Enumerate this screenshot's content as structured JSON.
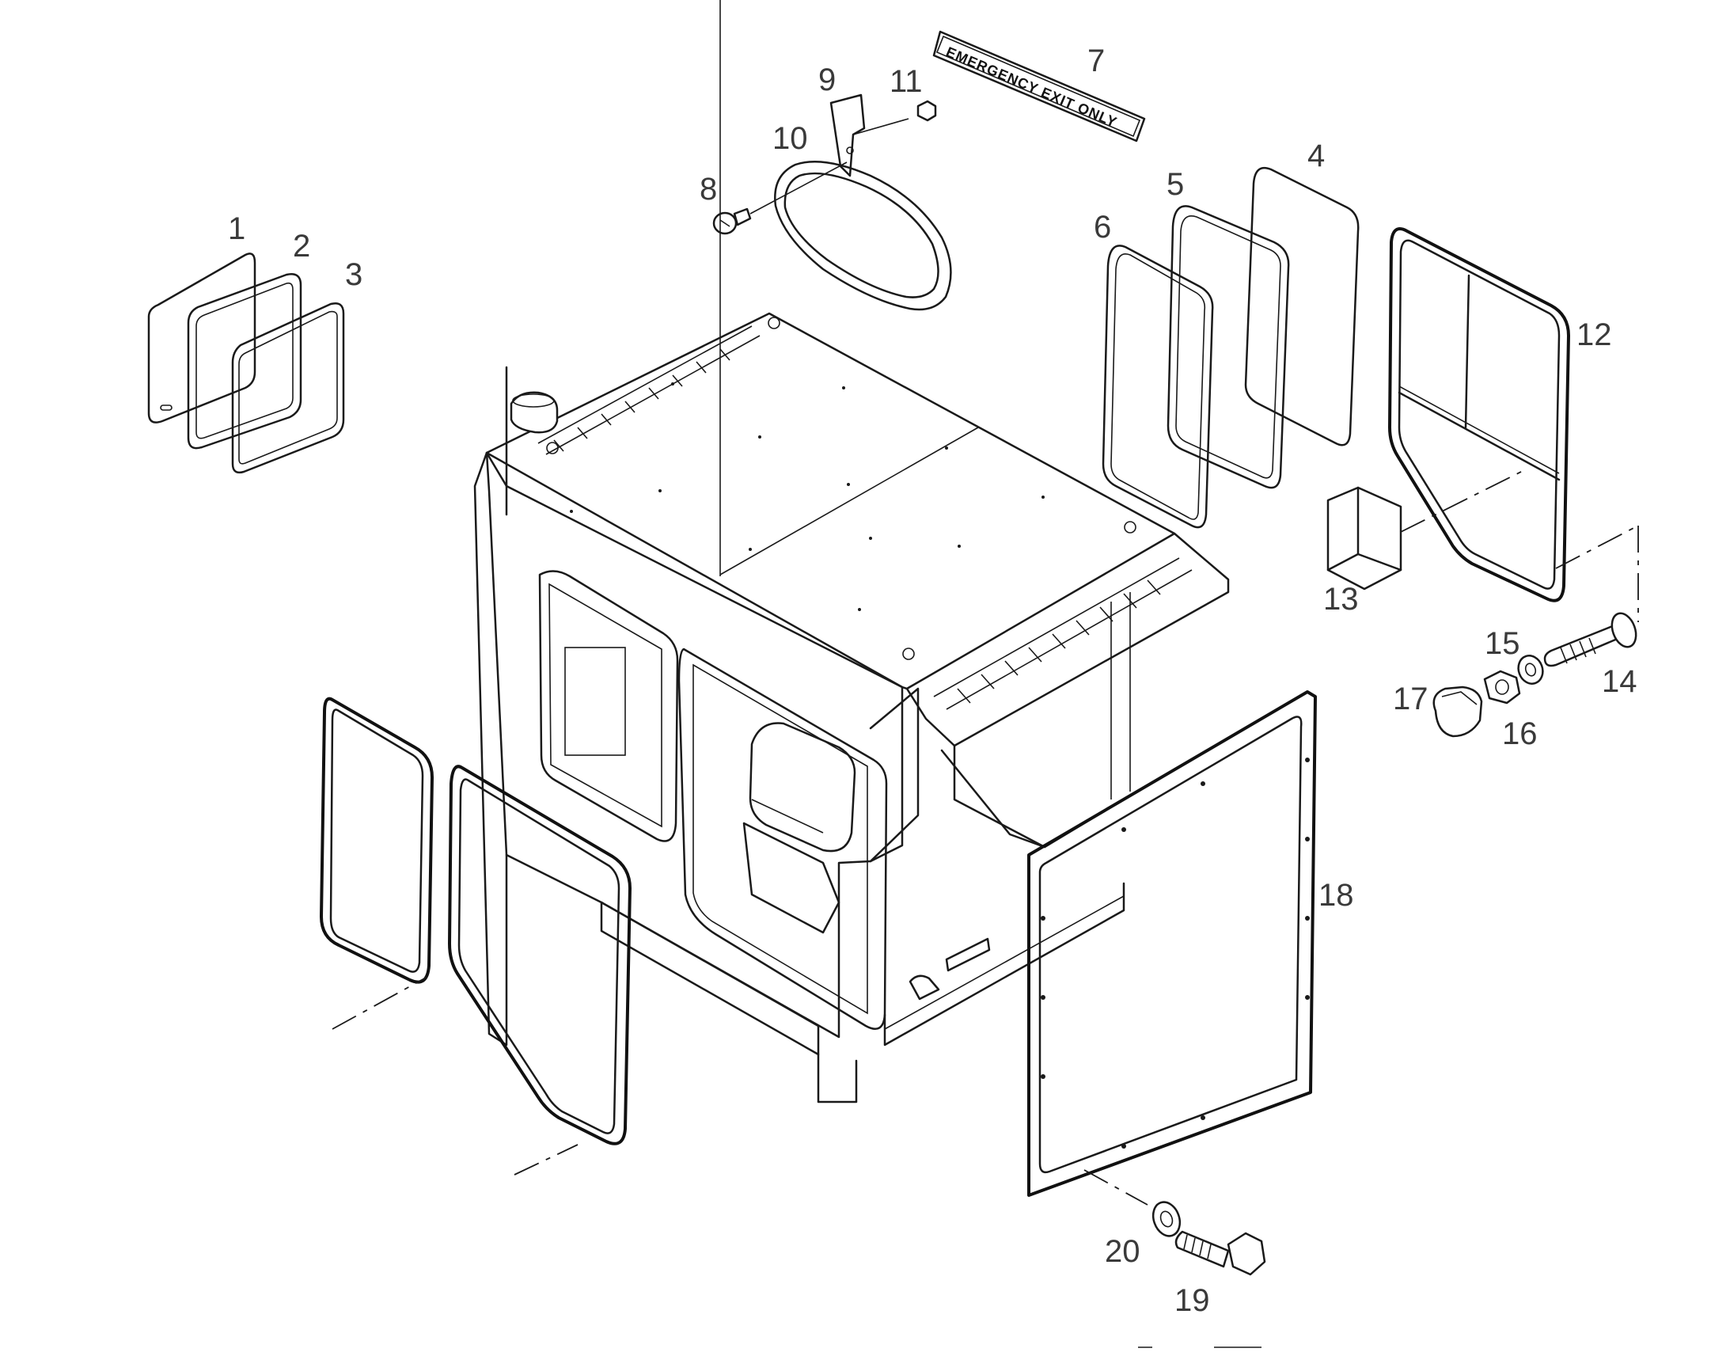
{
  "decal": {
    "text": "EMERGENCY EXIT ONLY"
  },
  "callouts": [
    "1",
    "2",
    "3",
    "4",
    "5",
    "6",
    "7",
    "8",
    "9",
    "10",
    "11",
    "12",
    "13",
    "14",
    "15",
    "16",
    "17",
    "18",
    "19",
    "20"
  ]
}
